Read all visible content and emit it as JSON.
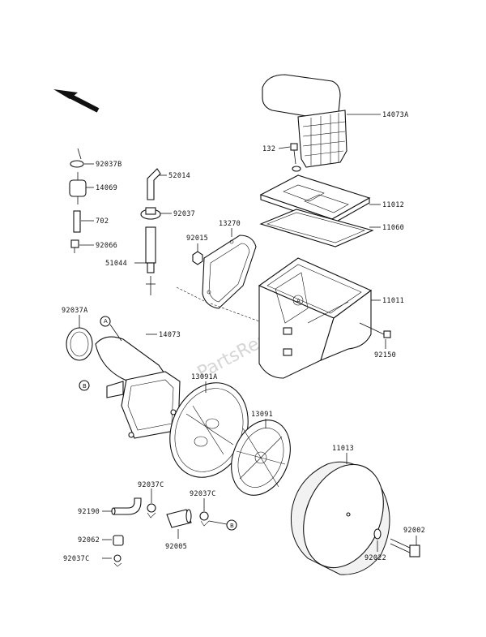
{
  "labels": {
    "p14073A": "14073A",
    "p132": "132",
    "p92037B": "92037B",
    "p52014": "52014",
    "p14069": "14069",
    "p92037": "92037",
    "p11012": "11012",
    "p13270": "13270",
    "p11060": "11060",
    "p702": "702",
    "p92015": "92015",
    "p92066": "92066",
    "p51044": "51044",
    "p11011": "11011",
    "p92037A": "92037A",
    "p14073": "14073",
    "p92150": "92150",
    "p13091A": "13091A",
    "p13091": "13091",
    "p11013": "11013",
    "p92037C_a": "92037C",
    "p92037C_b": "92037C",
    "p92190": "92190",
    "p92002": "92002",
    "p92062": "92062",
    "p92005": "92005",
    "p92022": "92022",
    "p92037C_c": "92037C"
  },
  "callouts": {
    "A": "A",
    "B": "B"
  },
  "watermark": "PartsRepublik"
}
